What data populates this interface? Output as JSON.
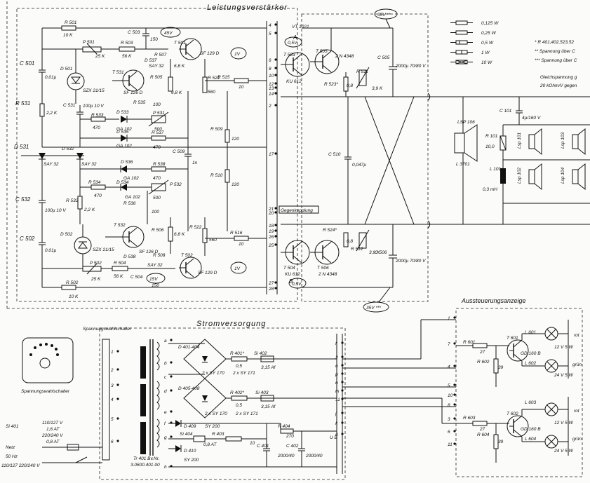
{
  "sections": {
    "amplifier_title": "Leistungsverstärker",
    "power_title": "Stromversorgung",
    "meter_title": "Aussteuerungsanzeige",
    "switch_title": "Spannungswahlschalter",
    "switch_caption": "Spannungswahlschalter",
    "feedback_label": "Gegenkopplung"
  },
  "legend": {
    "watt_labels": [
      "0,125 W",
      "0,25 W",
      "0,5 W",
      "1 W",
      "10 W"
    ],
    "notes": [
      "* R 401,402,523,52",
      "** Spannung über C",
      "*** Spannung über C"
    ],
    "dc_note_1": "Gleichspannung g",
    "dc_note_2": "20 kOhm/V gegen"
  },
  "voltages": {
    "v45": "45V",
    "v05_top": "0,5V",
    "v1_top": "1V",
    "v05_bot": "0,5V",
    "v1_bot": "1V",
    "v15": "15V",
    "v35_top": "35V **",
    "v35_bot": "35V ***",
    "transistor_note": "VT 1021"
  },
  "components": {
    "R501": "R 501",
    "R501v": "10 K",
    "C503": "C 503",
    "C503v": "150",
    "P501": "P 501",
    "P501v": "25 K",
    "R503": "R 503",
    "R503v": "56 K",
    "R507": "R 507",
    "SAY32a": "SAY 32",
    "T501": "T 501",
    "T501t": "SF 129 D",
    "D537": "D 537",
    "C501": "C 501",
    "C501v": "0,01µ",
    "D501": "D 501",
    "D501t": "SZX 21/15",
    "T531": "T 531",
    "T531t": "SF 126 D",
    "R505": "R 505",
    "R505v": "6,8 K",
    "R505v2": "6,8 K",
    "R521": "R 521",
    "R521v": "560",
    "R515": "R 515",
    "R515v": "10",
    "T503": "T 503",
    "T503t": "KU 612",
    "T505": "T 505",
    "T505t": "2 N 4348",
    "R523": "R 523*",
    "R523v": "0,8",
    "R511": "R 511",
    "R511v": "3,9 K",
    "C505": "C 505",
    "C505v": "2000µ 70/80 V",
    "R531": "R 531",
    "R531v": "2,2 K",
    "C531": "C 531",
    "C531v": "100µ 10 V",
    "R533": "R 533",
    "R533v": "470",
    "D533": "D 533",
    "D533t": "GA 102",
    "D535": "D 535",
    "D535t": "GA 102",
    "R535": "R 535",
    "R535v": "100",
    "P531": "P 531",
    "P531v": "500",
    "R537": "R 537",
    "R537v": "470",
    "R509": "R 509",
    "R509v": "120",
    "R510": "R 510",
    "R510v": "120",
    "C509": "C 509",
    "C509v": "1n",
    "C510": "C 510",
    "C510v": "0,047µ",
    "D531": "D 531",
    "D531t": "SAY 32",
    "D532": "D 532",
    "D532t": "SAY 32",
    "D536": "D 536",
    "D536t": "GA 102",
    "D534": "D 534",
    "D534t": "GA 102",
    "R538": "R 538",
    "R538v": "470",
    "P532": "P 532",
    "P532v": "500",
    "R534": "R 534",
    "R534v": "470",
    "R536": "R 536",
    "R536v": "100",
    "C532": "C 532",
    "C532v": "100µ 10 V",
    "R532": "R 532",
    "R532v": "2,2 K",
    "C502": "C 502",
    "C502v": "0,01µ",
    "D502": "D 502",
    "D502t": "SZX 21/15",
    "T532": "T 532",
    "T532t": "SF 126 D",
    "R506": "R 506",
    "R506v": "6,8 K",
    "R522": "R 522",
    "R522v": "560",
    "R516": "R 516",
    "R516v": "10",
    "R524": "R 524*",
    "R524v": "0,8",
    "R512": "R 512",
    "R512v": "3,9 K",
    "T504": "T 504",
    "T504t": "KU 612",
    "T506": "T 506",
    "T506t": "2 N 4348",
    "C506": "C 506",
    "C506v": "2000µ 70/80 V",
    "T502": "T 502",
    "T502t": "SF 129 D",
    "R508": "R 508",
    "SAY32b": "SAY 32",
    "D538": "D 538",
    "P502": "P 502",
    "P502v": "25 K",
    "R504": "R 504",
    "R504v": "56 K",
    "C504": "C 504",
    "C504v": "150",
    "R502": "R 502",
    "R502v": "10 K",
    "C101": "C 101",
    "C101v": "4µ/160 V",
    "LSP106": "LSP 106",
    "L3701": "L 3701",
    "R101": "R 101",
    "R101v": "10,0",
    "L101": "L 101",
    "L101v": "0,3 mH",
    "Lsp101": "Lsp 101",
    "Lsp102": "Lsp 102",
    "Lsp103": "Lsp 103",
    "Lsp104": "Lsp 104",
    "D401": "D 401-404",
    "SY170a": "2 x SY 170",
    "SY171a": "2 x SY 171",
    "R401": "R 401*",
    "R401v": "0,5",
    "Si402": "Si 402",
    "Si402v": "3,15 Af",
    "D405": "D 405-408",
    "SY170b": "2 x SY 170",
    "SY171b": "2 x SY 171",
    "R402": "R 402*",
    "R402v": "0,5",
    "Si403": "Si 403",
    "Si403v": "3,15 Af",
    "D409": "D 409",
    "SY200a": "SY 200",
    "Si404": "Si 404",
    "Si404v": "0,8 AT",
    "R403": "R 403",
    "R403v": "10",
    "R404": "R 404",
    "R404v": "270",
    "D410": "D 410",
    "SY200b": "SY 200",
    "C401": "C 401",
    "C401v": "2000/40",
    "C402": "C 402",
    "C402v": "2000/40",
    "Tr401": "Tr 401 Bv.Nr.",
    "Tr401n": "3.0600.401.00",
    "Si401": "Si 401",
    "fuse1": "110/127 V",
    "fuse1v": "1,6 AT",
    "fuse2": "220/240 V",
    "fuse2v": "0,8 AT",
    "Netz": "Netz",
    "hz": "50 Hz",
    "mains": "110/127 220/240 V",
    "R601": "R 601",
    "R601v": "27",
    "R602": "R 602",
    "R602v": "39",
    "T601": "T 601",
    "T601t": "GD 160 B",
    "L601": "L 601",
    "L601v": "12 V 5 W",
    "L602": "L 602",
    "L602v": "24 V 5 W",
    "R603": "R 603",
    "R603v": "27",
    "R604": "R 604",
    "R604v": "39",
    "T602": "T 602",
    "T602t": "GD 160 B",
    "L603": "L 603",
    "L603v": "12 V 5 W",
    "L604": "L 604",
    "L604v": "24 V 5 W",
    "rot1": "rot",
    "gruen1": "grün",
    "rot2": "rot",
    "gruen2": "grün",
    "UB": "U B"
  },
  "pins": {
    "amp": [
      "4",
      "5",
      "6",
      "8",
      "10",
      "12",
      "13",
      "14",
      "2",
      "17",
      "21",
      "20",
      "18",
      "19",
      "26",
      "25",
      "27",
      "28"
    ],
    "psu": [
      "f",
      "2",
      "o",
      "p",
      "n",
      "m",
      "11",
      "j",
      "k",
      "ü"
    ],
    "trafo": [
      "a",
      "b",
      "c",
      "d",
      "e",
      "f",
      "g",
      "h"
    ],
    "meter": [
      "1",
      "7",
      "4",
      "5",
      "10",
      "8",
      "3",
      "6",
      "11"
    ],
    "switch_pins": [
      "1",
      "2",
      "3",
      "4",
      "5",
      "6"
    ],
    "node_A": "A",
    "node_B": "B"
  }
}
